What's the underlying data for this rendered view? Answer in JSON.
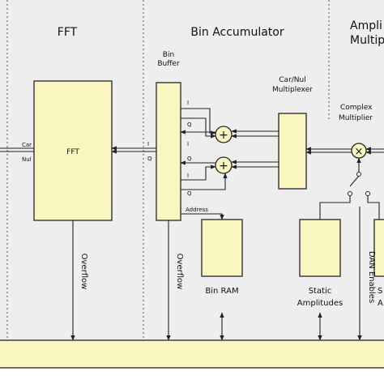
{
  "colors": {
    "background": "#eeeeee",
    "block_fill": "#faf6c0",
    "outline": "#333333"
  },
  "sections": {
    "fft": "FFT",
    "bin_accumulator": "Bin Accumulator",
    "amplitude_multiplier_line1": "Ampli",
    "amplitude_multiplier_line2": "Multipl"
  },
  "blocks": {
    "fft": "FFT",
    "bin_buffer_line1": "Bin",
    "bin_buffer_line2": "Buffer",
    "car_nul_mux_line1": "Car/Nul",
    "car_nul_mux_line2": "Multiplexer",
    "complex_mult_line1": "Complex",
    "complex_mult_line2": "Multiplier",
    "bin_ram": "Bin RAM",
    "static_amp_line1": "Static",
    "static_amp_line2": "Amplitudes",
    "s_amp_line1": "S",
    "s_amp_line2": "A"
  },
  "signals": {
    "car": "Car",
    "nul": "Nul",
    "i": "I",
    "q": "Q",
    "address": "Address",
    "overflow": "Overflow",
    "dan_enables": "DAN Enables"
  },
  "symbols": {
    "adder": "+",
    "multiplier": "×"
  }
}
